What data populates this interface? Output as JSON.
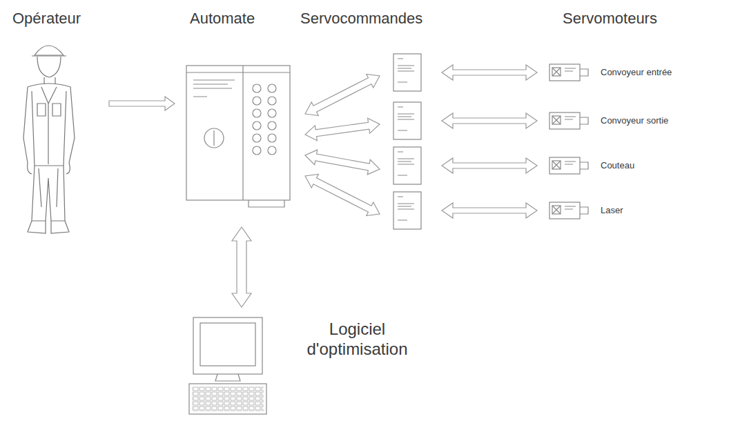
{
  "diagram": {
    "nodes": [
      {
        "text": [
          "Opérateur"
        ]
      },
      {
        "text": [
          "Automate"
        ]
      },
      {
        "text": [
          "Servocommandes"
        ]
      },
      {
        "text": [
          "Servomoteurs"
        ]
      },
      {
        "text": [
          "Convoyeur entrée"
        ],
        "in": 3
      },
      {
        "text": [
          "Convoyeur sortie"
        ],
        "in": 3
      },
      {
        "text": [
          "Couteau"
        ],
        "in": 3
      },
      {
        "text": [
          "Laser"
        ],
        "in": 3
      },
      {
        "text": [
          "Logiciel d'optimisation"
        ]
      }
    ],
    "edges": [
      {
        "from": 0,
        "to": 1,
        "arrow": "to"
      },
      {
        "from": 1,
        "to": 2,
        "arrow": "both"
      },
      {
        "from": 1,
        "to": 2,
        "arrow": "both"
      },
      {
        "from": 1,
        "to": 2,
        "arrow": "both"
      },
      {
        "from": 1,
        "to": 2,
        "arrow": "both"
      },
      {
        "from": 2,
        "to": 4,
        "arrow": "both"
      },
      {
        "from": 2,
        "to": 5,
        "arrow": "both"
      },
      {
        "from": 2,
        "to": 6,
        "arrow": "both"
      },
      {
        "from": 2,
        "to": 7,
        "arrow": "both"
      },
      {
        "from": 1,
        "to": 8,
        "arrow": "both"
      }
    ]
  }
}
